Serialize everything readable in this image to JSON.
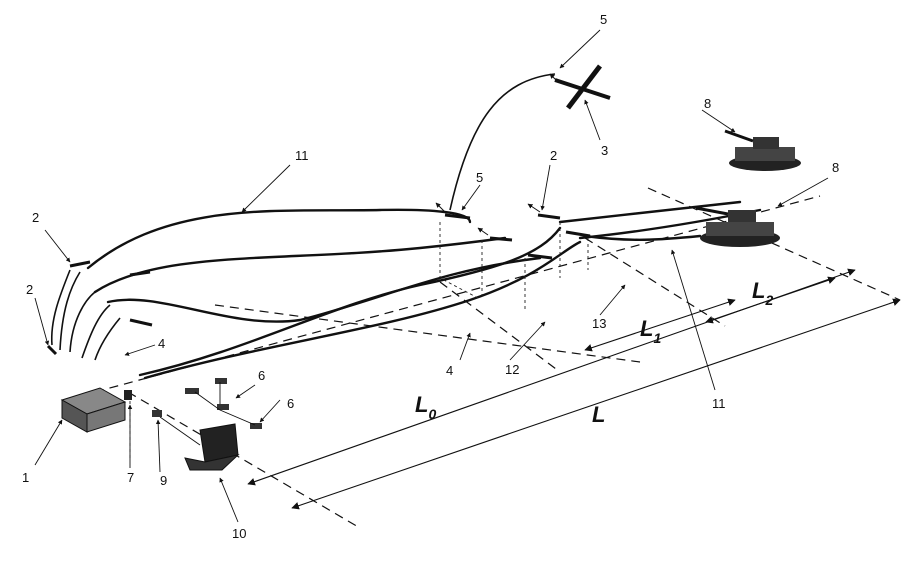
{
  "figure": {
    "callouts": [
      "1",
      "2",
      "2",
      "2",
      "3",
      "4",
      "4",
      "5",
      "5",
      "6",
      "6",
      "7",
      "8",
      "8",
      "9",
      "10",
      "11",
      "11",
      "12",
      "13"
    ],
    "dimensions": {
      "L0": {
        "main": "L",
        "sub": "0"
      },
      "L1": {
        "main": "L",
        "sub": "1"
      },
      "L2": {
        "main": "L",
        "sub": "2"
      },
      "L": {
        "main": "L"
      }
    }
  },
  "colors": {
    "ink": "#111111",
    "background": "#ffffff"
  }
}
